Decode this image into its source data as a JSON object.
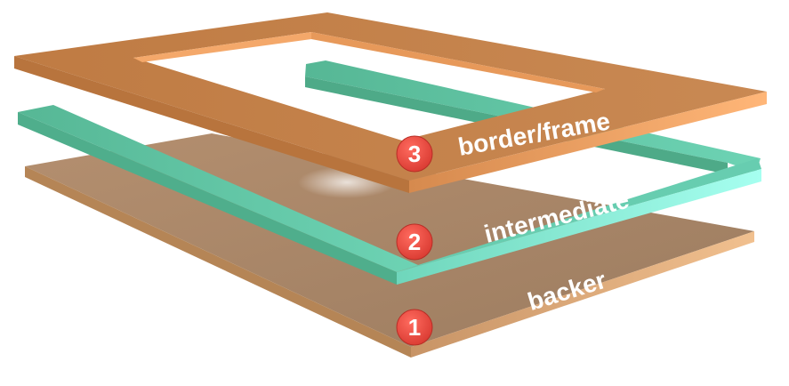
{
  "colors": {
    "backer_top": "#a8876a",
    "backer_edge": "#d9a277",
    "intermediate_top": "#5fc3a2",
    "intermediate_edge": "#8fe8d4",
    "frame_top": "#c07d45",
    "frame_edge": "#e89a5c",
    "badge": "#e8453c",
    "label": "#ffffff"
  },
  "layers": [
    {
      "number": "1",
      "label": "backer"
    },
    {
      "number": "2",
      "label": "intermediate"
    },
    {
      "number": "3",
      "label": "border/frame"
    }
  ]
}
